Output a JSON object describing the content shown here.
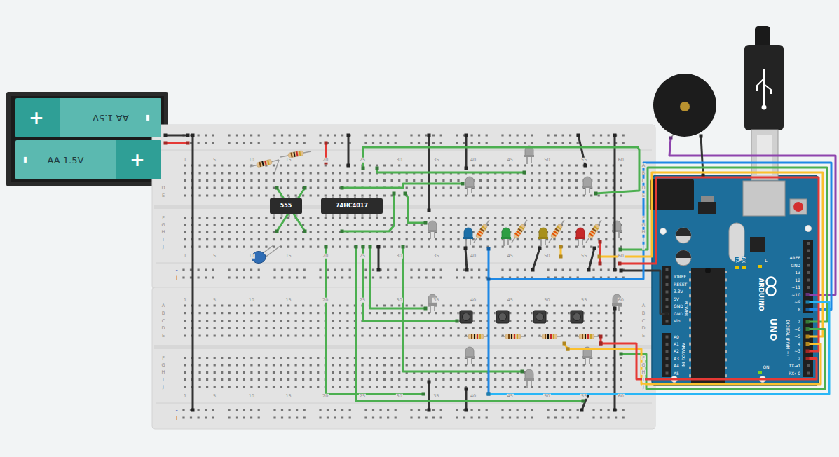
{
  "diagram": {
    "nodes": [
      {
        "text": [
          "AA 1.5V"
        ]
      },
      {
        "text": [
          "AA 1.5V"
        ]
      },
      {
        "text": [
          "555"
        ]
      },
      {
        "text": [
          "74HC4017"
        ]
      },
      {
        "text": [
          "ARDUINO",
          "UNO"
        ]
      }
    ],
    "labels": [
      "1",
      "5",
      "10",
      "15",
      "20",
      "25",
      "30",
      "35",
      "40",
      "45",
      "50",
      "55",
      "60",
      "1",
      "5",
      "10",
      "15",
      "20",
      "25",
      "30",
      "35",
      "40",
      "45",
      "50",
      "55",
      "60",
      "1",
      "5",
      "10",
      "15",
      "20",
      "25",
      "30",
      "35",
      "40",
      "45",
      "50",
      "55",
      "60",
      "1",
      "5",
      "10",
      "15",
      "20",
      "25",
      "30",
      "35",
      "40",
      "45",
      "50",
      "55",
      "60",
      "A",
      "B",
      "C",
      "D",
      "E",
      "F",
      "G",
      "H",
      "I",
      "J",
      "D",
      "E",
      "F",
      "G",
      "H",
      "I",
      "J",
      "A",
      "B",
      "C",
      "D",
      "E",
      "F",
      "G",
      "H",
      "I",
      "J",
      "A",
      "B",
      "C",
      "D",
      "E",
      "F",
      "G",
      "H",
      "I",
      "J",
      "-",
      "+",
      "-",
      "+",
      "+",
      "-",
      "-",
      "+",
      "IOREF",
      "RESET",
      "3.3V",
      "5V",
      "GND",
      "GND",
      "Vin",
      "POWER",
      "A0",
      "A1",
      "A2",
      "A3",
      "A4",
      "A5",
      "ANALOG IN",
      "AREF",
      "GND",
      "13",
      "12",
      "~11",
      "~10",
      "~9",
      "8",
      "7",
      "~6",
      "~5",
      "4",
      "~3",
      "2",
      "TX→1",
      "RX←0",
      "DIGITAL (PWM ~)",
      "TX",
      "RX",
      "L",
      "ON"
    ]
  }
}
